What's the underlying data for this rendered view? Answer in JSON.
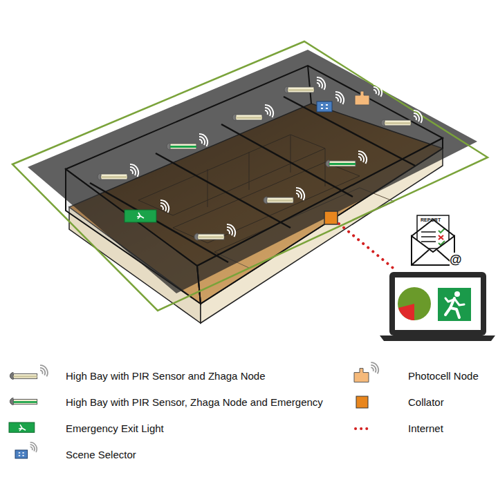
{
  "diagram": {
    "labels": [
      "REPORT",
      "@"
    ],
    "legend": [
      {
        "text": "High Bay with PIR Sensor and Zhaga Node"
      },
      {
        "text": "High Bay with PIR Sensor, Zhaga Node and Emergency"
      },
      {
        "text": "Emergency Exit Light"
      },
      {
        "text": "Scene Selector"
      },
      {
        "text": "Photocell Node"
      },
      {
        "text": "Collator"
      },
      {
        "text": "Internet"
      }
    ]
  }
}
